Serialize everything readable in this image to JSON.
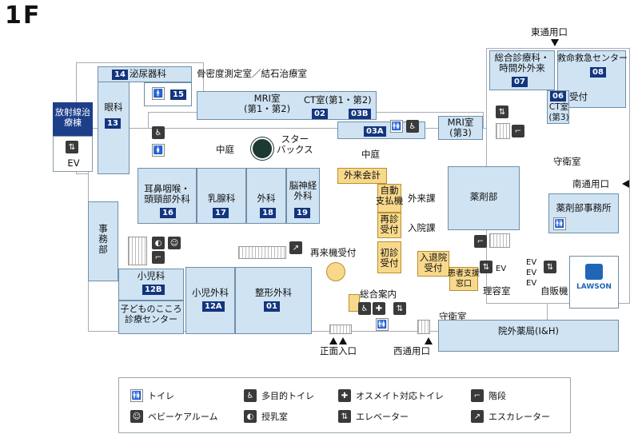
{
  "floor_label": "1F",
  "rooms": {
    "radiology": "放射線治療棟",
    "ev_left": "EV",
    "ophthalmology": "眼科",
    "ophthalmology_no": "13",
    "urology_no": "14",
    "urology": "泌尿器科",
    "bone_density_no": "15",
    "bone_density": "骨密度測定室／結石治療室",
    "mri12": "MRI室\n(第1・第2)",
    "mri12_no": "02",
    "ct12": "CT室(第1・第2)",
    "ct12_no": "03B",
    "ct3_no": "03A",
    "mri3": "MRI室\n(第3)",
    "general_clinic": "総合診療科・\n時間外外来",
    "general_clinic_no": "07",
    "emergency": "救命救急センター",
    "emergency_no": "08",
    "ct_reception_no": "06",
    "ct_reception": "受付",
    "ct3": "CT室\n(第3)",
    "courtyard_left": "中庭",
    "courtyard_right": "中庭",
    "starbucks": "スター\nバックス",
    "ent": "耳鼻咽喉・\n頭頸部外科",
    "ent_no": "16",
    "breast": "乳腺科",
    "breast_no": "17",
    "surgery": "外科",
    "surgery_no": "18",
    "neurosurgery": "脳神経\n外科",
    "neurosurgery_no": "19",
    "outpatient_payment": "外来会計",
    "auto_payment": "自動\n支払機",
    "outpatient_dept": "外来課",
    "pharmacy": "薬剤部",
    "guard_top": "守衛室",
    "pharmacy_office": "薬剤部事務所",
    "revisit_reception": "再診\n受付",
    "inpatient_dept": "入院課",
    "first_visit": "初診\n受付",
    "admission": "入退院\n受付",
    "patient_support": "患者支援\n窓口",
    "ev_small": "EV",
    "barber": "理容室",
    "ev_stack": "EV\nEV\nEV",
    "vending": "自販機",
    "lawson": "LAWSON",
    "office": "事\n務\n部",
    "revisit_machine": "再来機受付",
    "pediatrics": "小児科",
    "pediatrics_no": "12B",
    "pediatric_surgery": "小児外科",
    "pediatric_surgery_no": "12A",
    "orthopedics": "整形外科",
    "orthopedics_no": "01",
    "kids_mind": "子どものこころ\n診療センター",
    "info": "総合案内",
    "guard_bottom": "守衛室",
    "outside_pharmacy": "院外薬局(I&H)"
  },
  "entrances": {
    "east": "東通用口",
    "south": "南通用口",
    "front": "正面入口",
    "west": "西通用口"
  },
  "legend": [
    {
      "icon": "restroom-icon",
      "label": "トイレ"
    },
    {
      "icon": "baby-room-icon",
      "label": "ベビーケアルーム"
    },
    {
      "icon": "accessible-toilet-icon",
      "label": "多目的トイレ"
    },
    {
      "icon": "nursing-room-icon",
      "label": "授乳室"
    },
    {
      "icon": "ostomate-toilet-icon",
      "label": "オスメイト対応トイレ"
    },
    {
      "icon": "elevator-icon",
      "label": "エレベーター"
    },
    {
      "icon": "stairs-icon",
      "label": "階段"
    },
    {
      "icon": "escalator-icon",
      "label": "エスカレーター"
    }
  ],
  "colors": {
    "room": "#cfe3f3",
    "counter": "#f8d98c",
    "badge": "#13357e",
    "restroom": "#c0152b"
  }
}
